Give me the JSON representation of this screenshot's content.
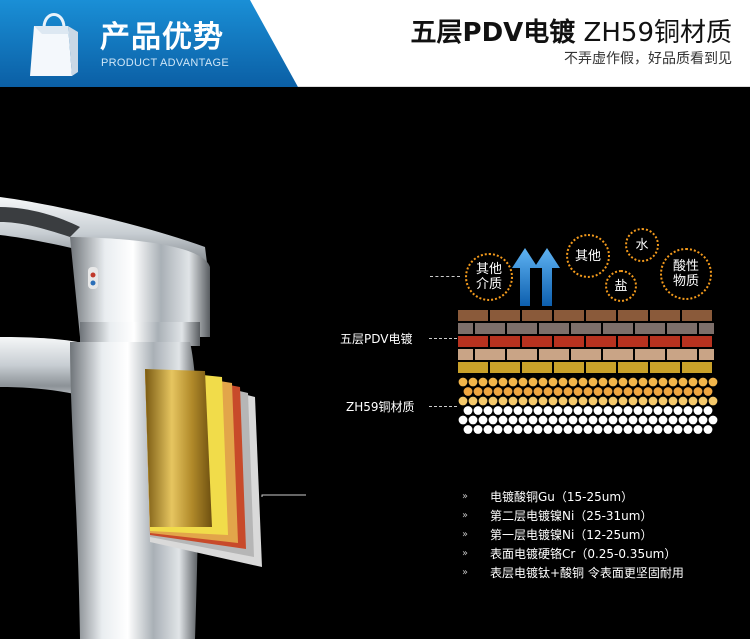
{
  "header": {
    "title_cn": "产品优势",
    "title_en": "PRODUCT ADVANTAGE",
    "headline_bold": "五层PDV电镀",
    "headline_rest": " ZH59铜材质",
    "subline": "不弄虚作假，好品质看到见"
  },
  "diagram": {
    "bubbles": [
      "其他\n介质",
      "其他",
      "水",
      "盐",
      "酸性\n物质"
    ],
    "label_pdv": "五层PDV电镀",
    "label_brass": "ZH59铜材质"
  },
  "legend": {
    "items": [
      "电镀酸铜Gu（15-25um）",
      "第二层电镀镍Ni（25-31um）",
      "第一层电镀镍Ni（12-25um）",
      "表面电镀硬铬Cr（0.25-0.35um）",
      "表层电镀钛+酸铜 令表面更坚固耐用"
    ]
  },
  "colors": {
    "header_blue": "#0b5fa5",
    "bubble_border": "#f39a1c",
    "arrow_blue": "#1e88e5",
    "brick_brown": "#8a5a3a",
    "brick_grey": "#7d6f6a",
    "brick_red": "#b8321f",
    "brick_tan": "#c9a486",
    "brick_gold": "#c9a12a"
  }
}
